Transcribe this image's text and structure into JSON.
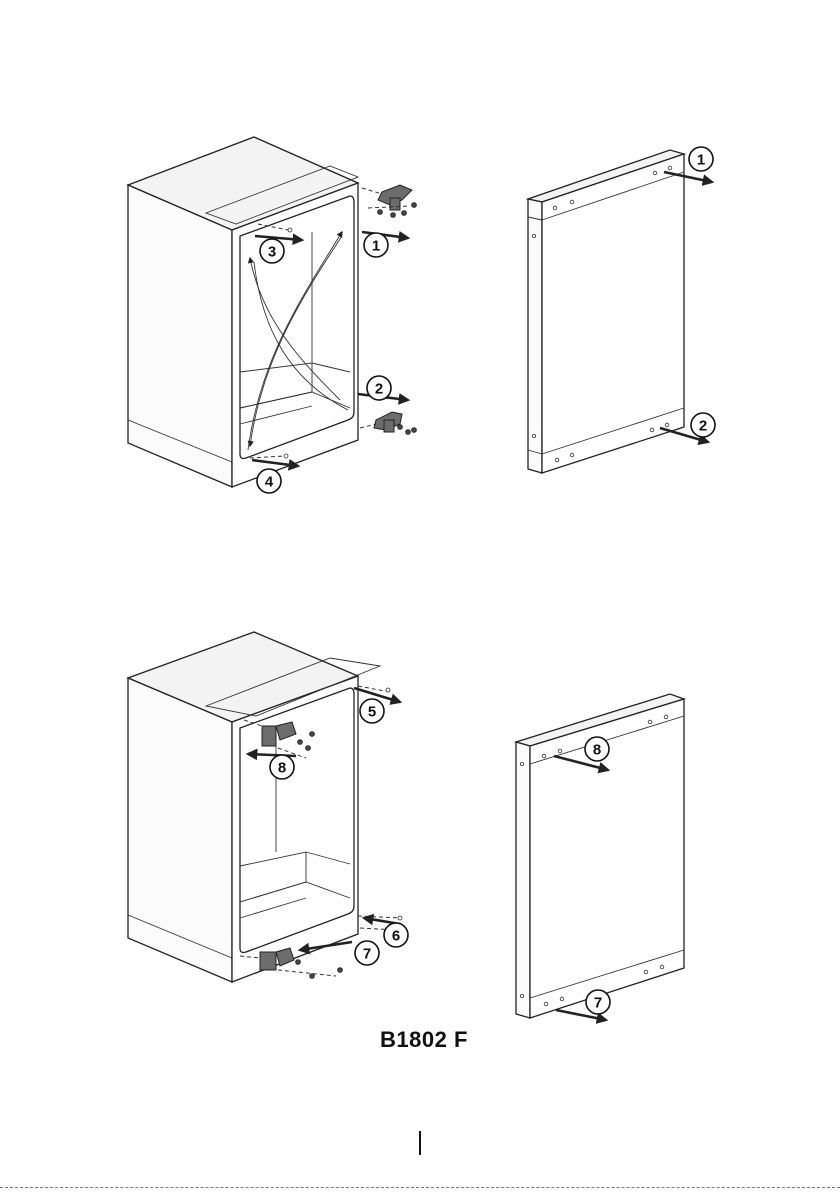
{
  "model_label": "B1802 F",
  "steps": {
    "s1": "1",
    "s2": "2",
    "s3": "3",
    "s4": "4",
    "s5": "5",
    "s6": "6",
    "s7": "7",
    "s8": "8"
  },
  "colors": {
    "line": "#222222",
    "hinge": "#6c6c6c",
    "background": "#ffffff"
  }
}
